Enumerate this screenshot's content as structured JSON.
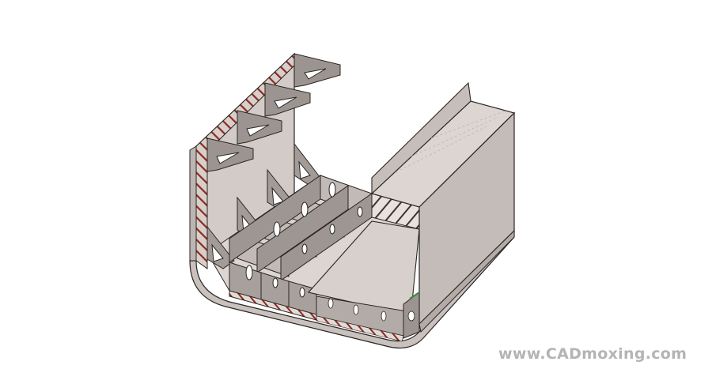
{
  "image": {
    "subject": "Ship hull block section CAD model (isometric view)",
    "background_color": "#ffffff"
  },
  "model": {
    "plate_color": "#d6ceca",
    "plate_dark_color": "#a8a09c",
    "bracket_color": "#9c9490",
    "stiffener_color": "#8b2a22",
    "edge_color": "#2a2624",
    "parts": [
      "side-shell",
      "bilge",
      "bottom-shell",
      "floors",
      "girders",
      "side-brackets",
      "inner-bottom-deck",
      "longitudinal-bulkhead",
      "hopper-tank",
      "top-flange"
    ]
  },
  "watermark": {
    "text": "www.CADmoxing.com",
    "color": "#b4b4b4"
  }
}
